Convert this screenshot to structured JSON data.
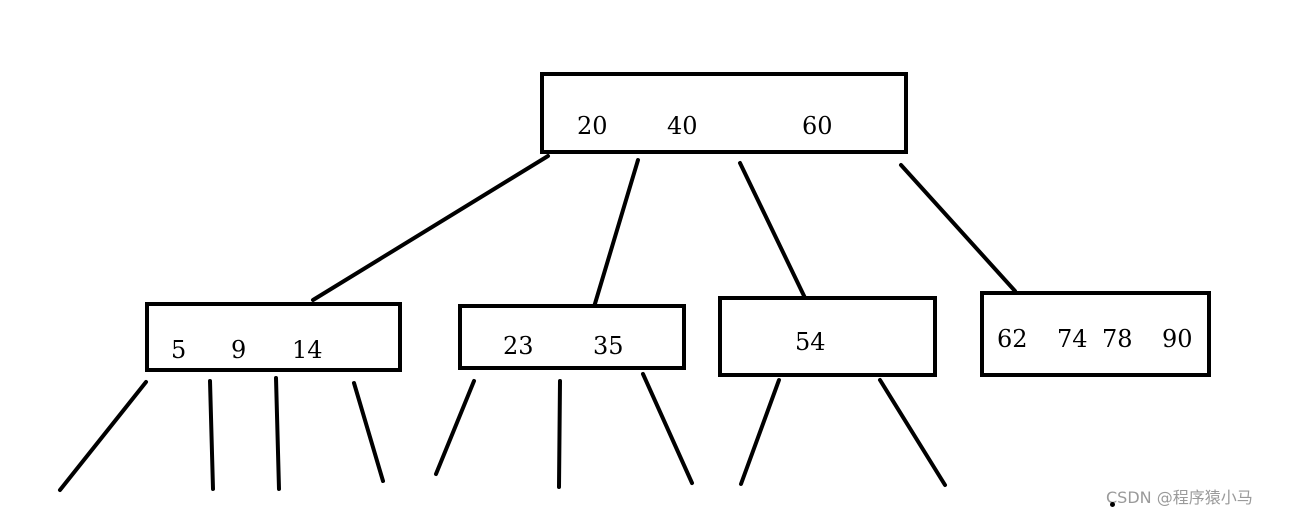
{
  "tree": {
    "root": {
      "keys": [
        "20",
        "40",
        "60"
      ]
    },
    "children": [
      {
        "keys": [
          "5",
          "9",
          "14"
        ]
      },
      {
        "keys": [
          "23",
          "35"
        ]
      },
      {
        "keys": [
          "54"
        ]
      },
      {
        "keys": [
          "62",
          "74",
          "78",
          "90"
        ]
      }
    ]
  },
  "watermark": "CSDN @程序猿小马"
}
